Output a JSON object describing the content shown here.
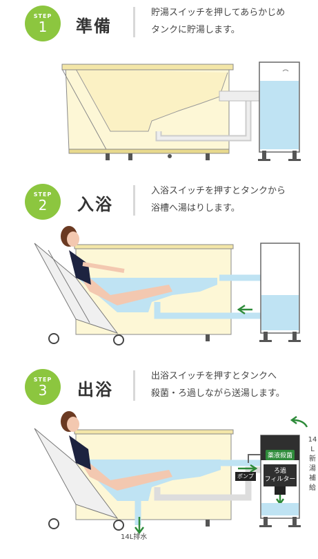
{
  "steps": [
    {
      "badge_label": "STEP",
      "number": "1",
      "title": "準備",
      "desc_line1": "貯湯スイッチを押してあらかじめ",
      "desc_line2": "タンクに貯湯します。"
    },
    {
      "badge_label": "STEP",
      "number": "2",
      "title": "入浴",
      "desc_line1": "入浴スイッチを押すとタンクから",
      "desc_line2": "浴槽へ湯はりします。"
    },
    {
      "badge_label": "STEP",
      "number": "3",
      "title": "出浴",
      "desc_line1": "出浴スイッチを押すとタンクへ",
      "desc_line2": "殺菌・ろ過しながら送湯します。"
    }
  ],
  "labels": {
    "sterilizer": "薬液殺菌",
    "pump": "ポンプ",
    "filter_line1": "ろ過",
    "filter_line2": "フィルター",
    "refill": [
      "14",
      "L",
      "新",
      "湯",
      "補",
      "給"
    ],
    "drain": "14L排水"
  },
  "colors": {
    "accent": "#8cc63f",
    "water": "#bfe3f3",
    "tub": "#fdf7d6",
    "arrow": "#2e8b3a"
  }
}
